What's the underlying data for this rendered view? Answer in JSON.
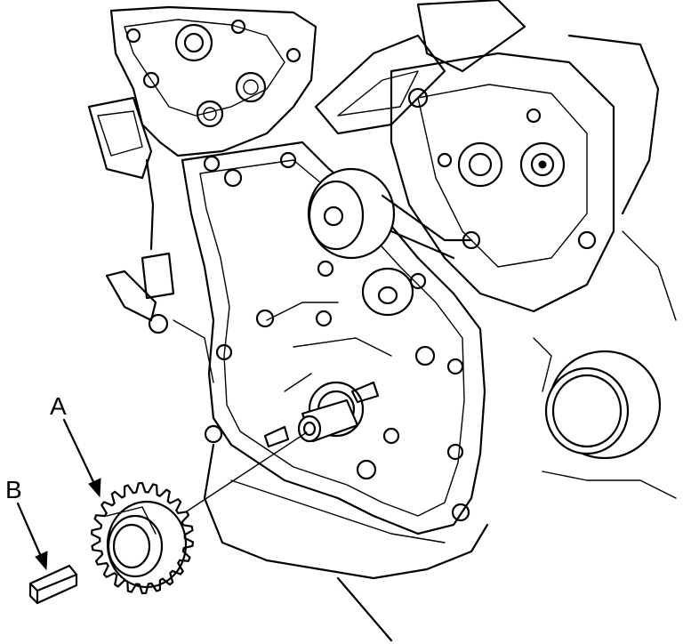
{
  "callouts": {
    "a": {
      "label": "A",
      "part": "crankshaft-timing-gear"
    },
    "b": {
      "label": "B",
      "part": "woodruff-key"
    }
  },
  "colors": {
    "ink": "#000000",
    "paper": "#ffffff"
  }
}
